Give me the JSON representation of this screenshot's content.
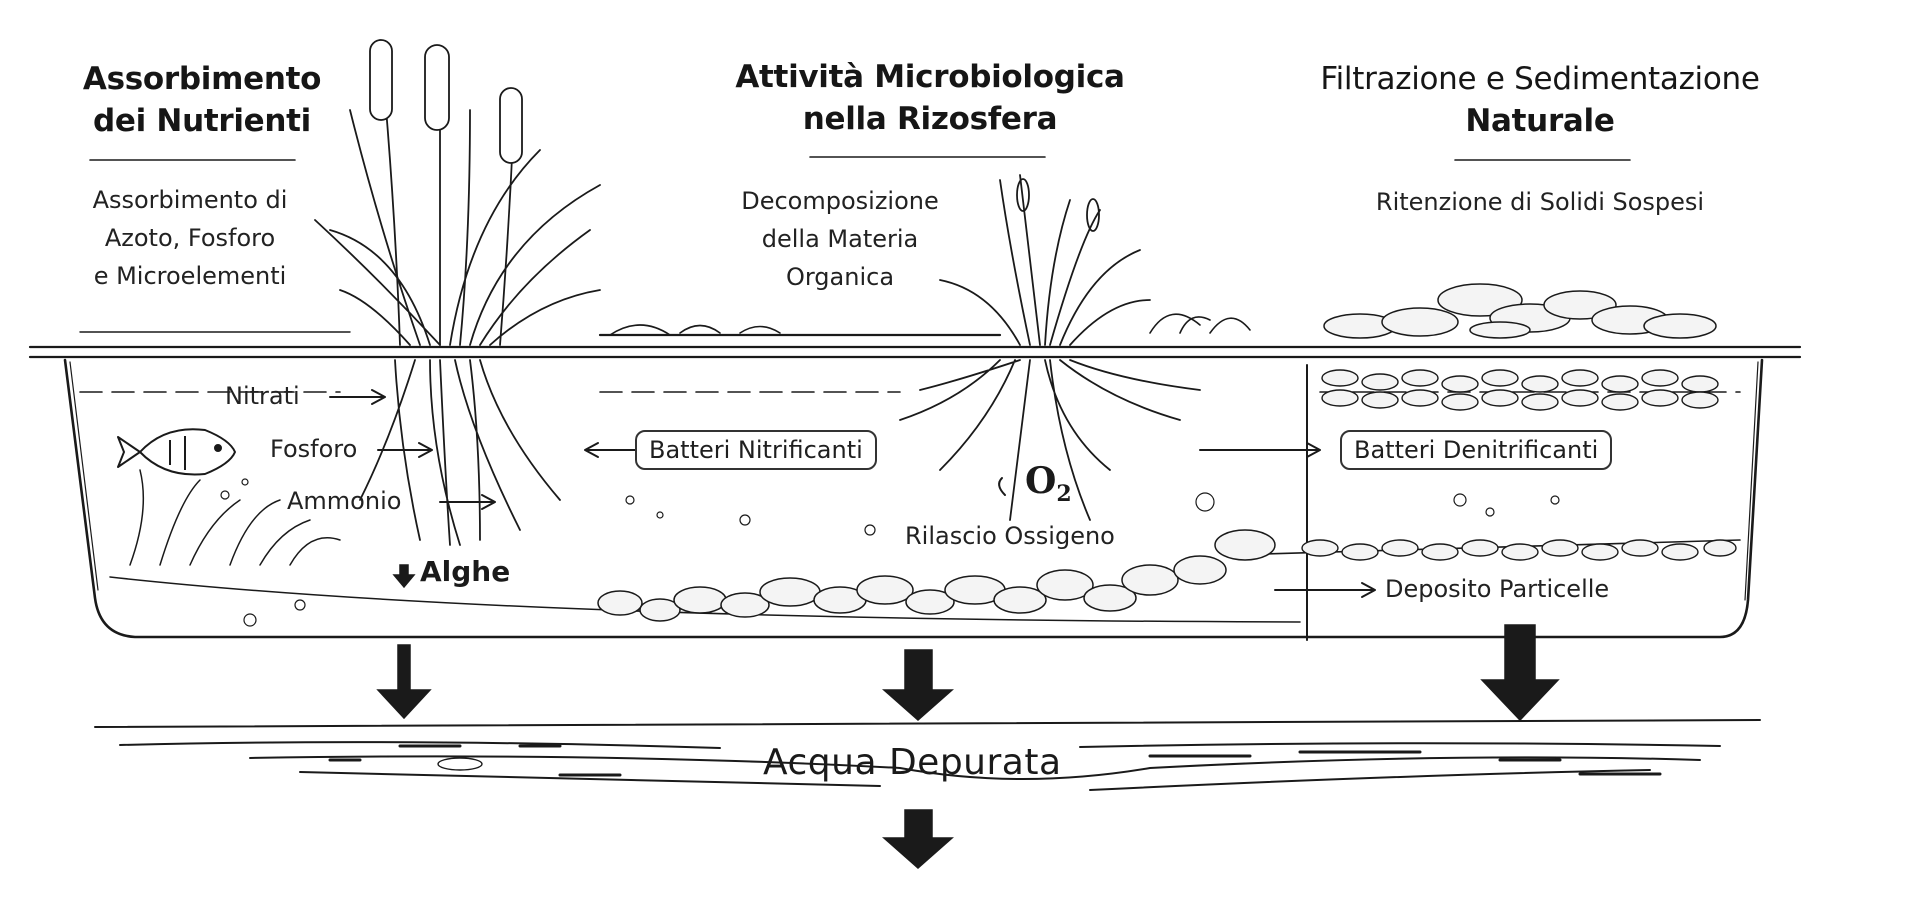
{
  "sections": {
    "nutrients": {
      "title_line1": "Assorbimento",
      "title_line2": "dei Nutrienti",
      "desc_line1": "Assorbimento di",
      "desc_line2": "Azoto, Fosforo",
      "desc_line3": "e Microelementi"
    },
    "microbial": {
      "title_line1": "Attività Microbiologica",
      "title_line2": "nella Rizosfera",
      "desc_line1": "Decomposizione",
      "desc_line2": "della Materia",
      "desc_line3": "Organica"
    },
    "filtration": {
      "title_line1": "Filtrazione e Sedimentazione",
      "title_line2": "Naturale",
      "desc_line1": "Ritenzione di Solidi Sospesi"
    }
  },
  "labels": {
    "nitrati": "Nitrati",
    "fosforo": "Fosforo",
    "ammonio": "Ammonio",
    "alghe": "Alghe",
    "batteri_nitrificanti": "Batteri Nitrificanti",
    "batteri_denitrificanti": "Batteri Denitrificanti",
    "o2_main": "O",
    "o2_sub": "2",
    "rilascio_ossigeno": "Rilascio Ossigeno",
    "deposito_particelle": "Deposito Particelle",
    "acqua_depurata": "Acqua Depurata"
  },
  "icons": {
    "fish": "fish-icon",
    "cattail": "cattail-plant-icon",
    "reeds": "reed-plant-icon",
    "arrow": "arrow-down-icon"
  },
  "colors": {
    "ink": "#1a1a1a",
    "background": "#ffffff",
    "stone_fill": "#f4f4f4"
  }
}
